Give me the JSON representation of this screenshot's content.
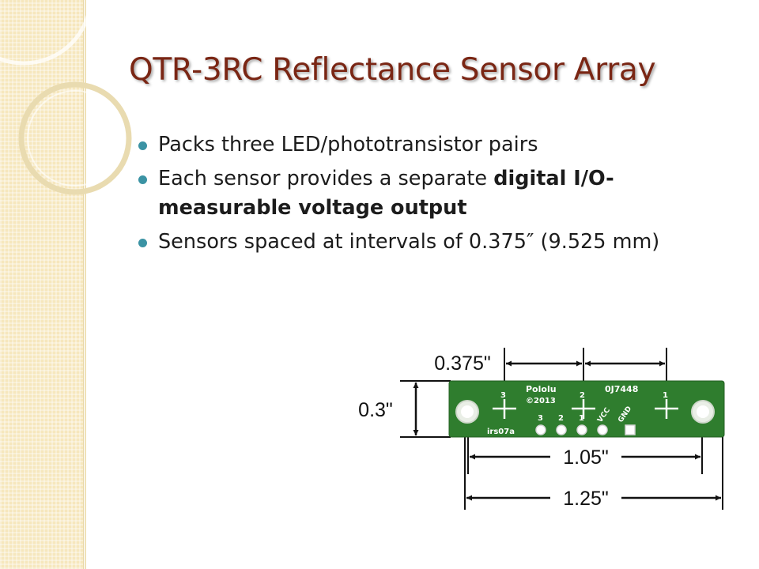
{
  "slide": {
    "title": "QTR-3RC Reflectance Sensor Array",
    "bullets": [
      {
        "text": "Packs three LED/phototransistor pairs"
      },
      {
        "text_before": "Each sensor provides a separate ",
        "text_bold": "digital I/O-measurable voltage output"
      },
      {
        "text": "Sensors spaced at intervals of 0.375″ (9.525 mm)"
      }
    ]
  },
  "diagram": {
    "dimensions": {
      "spacing": "0.375\"",
      "height": "0.3\"",
      "hole_span": "1.05\"",
      "board_length": "1.25\""
    },
    "board_text": {
      "brand": "Pololu",
      "copyright": "©2013",
      "part_code": "0J7448",
      "model": "irs07a",
      "sensor_labels": [
        "3",
        "2",
        "1"
      ],
      "pin_labels": [
        "3",
        "2",
        "1",
        "VCC",
        "GND"
      ]
    },
    "colors": {
      "board": "#2f7d2e",
      "title": "#7a2614",
      "bullet": "#3b93a4"
    }
  }
}
